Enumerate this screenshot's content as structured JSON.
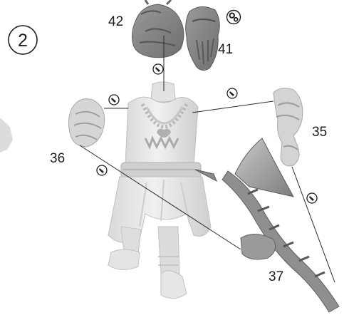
{
  "step": {
    "number": "2"
  },
  "parts": {
    "helmet_head": "42",
    "bearded_head": "41",
    "right_arm": "35",
    "left_arm": "36",
    "axe": "37"
  },
  "icons": {
    "glue": "glue-dropper-icon",
    "assembly": "gears-icon"
  },
  "colors": {
    "miniature_light": "#e6e6e6",
    "miniature_mid": "#bdbdbd",
    "miniature_dark": "#777777",
    "leader_line": "#2a2a2a",
    "label_text": "#1c1c1c"
  }
}
